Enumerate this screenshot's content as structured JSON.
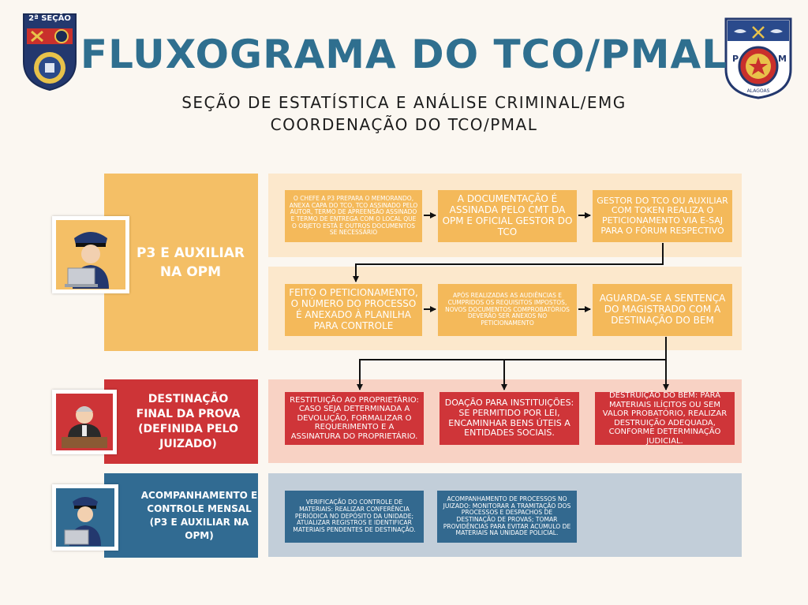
{
  "header": {
    "title": "FLUXOGRAMA DO TCO/PMAL",
    "subtitle_line1": "SEÇÃO DE ESTATÍSTICA E ANÁLISE CRIMINAL/EMG",
    "subtitle_line2": "COORDENAÇÃO DO TCO/PMAL",
    "left_badge_text": "2ª SEÇÃO",
    "right_badge_letters": [
      "P",
      "M"
    ],
    "right_badge_text": "ALAGOAS"
  },
  "lanes": {
    "lane1": {
      "label_line1": "P3 E AUXILIAR",
      "label_line2": "NA OPM",
      "row1": [
        "O CHEFE A P3 PREPARA O MEMORANDO, ANEXA CAPA DO TCO, TCO ASSINADO PELO AUTOR, TERMO DE APREENSÃO ASSINADO E TERMO DE ENTREGA COM O LOCAL QUE O OBJETO ESTÁ E OUTROS DOCUMENTOS SE NECESSÁRIO",
        "A DOCUMENTAÇÃO É ASSINADA PELO CMT DA OPM E OFICIAL GESTOR DO TCO",
        "GESTOR DO TCO OU AUXILIAR COM TOKEN REALIZA O PETICIONAMENTO VIA E-SAJ PARA O FÓRUM RESPECTIVO"
      ],
      "row2": [
        "FEITO O PETICIONAMENTO, O NÚMERO DO PROCESSO É ANEXADO À PLANILHA PARA CONTROLE",
        "APÓS REALIZADAS AS AUDIÊNCIAS E CUMPRIDOS OS REQUISITOS IMPOSTOS, NOVOS DOCUMENTOS COMPROBATÓRIOS DEVERÃO SER ANEXOS NO PETICIONAMENTO",
        "AGUARDA-SE A SENTENÇA DO MAGISTRADO COM A DESTINAÇÃO DO BEM"
      ]
    },
    "lane2": {
      "label_lines": [
        "DESTINAÇÃO",
        "FINAL DA PROVA",
        "(DEFINIDA PELO",
        "JUIZADO)"
      ],
      "cards": [
        "RESTITUIÇÃO AO PROPRIETÁRIO: CASO SEJA DETERMINADA A DEVOLUÇÃO, FORMALIZAR O REQUERIMENTO E A ASSINATURA DO PROPRIETÁRIO.",
        "DOAÇÃO PARA INSTITUIÇÕES: SE PERMITIDO POR LEI, ENCAMINHAR BENS ÚTEIS A ENTIDADES SOCIAIS.",
        "DESTRUIÇÃO DO BEM: PARA MATERIAIS ILÍCITOS OU SEM VALOR PROBATÓRIO, REALIZAR DESTRUIÇÃO ADEQUADA, CONFORME DETERMINAÇÃO JUDICIAL."
      ]
    },
    "lane3": {
      "label_lines": [
        "ACOMPANHAMENTO E",
        "CONTROLE MENSAL",
        "(P3 E AUXILIAR NA OPM)"
      ],
      "cards": [
        "VERIFICAÇÃO DO CONTROLE DE MATERIAIS: REALIZAR CONFERÊNCIA PERIÓDICA NO DEPÓSITO DA UNIDADE; ATUALIZAR REGISTROS E IDENTIFICAR MATERIAIS PENDENTES DE DESTINAÇÃO.",
        "ACOMPANHAMENTO DE PROCESSOS NO JUIZADO: MONITORAR A TRAMITAÇÃO DOS PROCESSOS E DESPACHOS DE DESTINAÇÃO DE PROVAS; TOMAR PROVIDÊNCIAS PARA EVITAR ACÚMULO DE MATERIAIS NA UNIDADE POLICIAL."
      ]
    }
  },
  "colors": {
    "title": "#2f6f8f",
    "yellow_label": "#f4bf66",
    "yellow_bg": "#fce8cc",
    "yellow_card": "#f4b95a",
    "red_label": "#cd3437",
    "red_bg": "#f8d2c4",
    "red_card": "#cf3539",
    "blue_label": "#316b92",
    "blue_bg": "#c2ced9",
    "blue_card": "#33698f"
  }
}
